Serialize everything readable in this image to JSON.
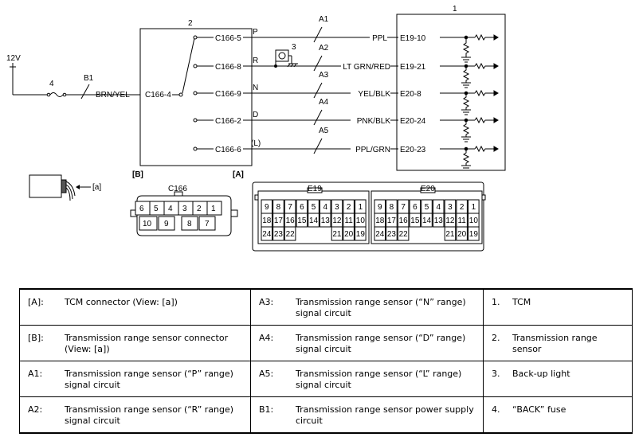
{
  "diagram": {
    "voltage_label": "12V",
    "fuse_number": "4",
    "b1_label": "B1",
    "input_wire_label": "BRN/YEL",
    "input_connector_label": "C166-4",
    "sensor_number": "2",
    "tcm_number": "1",
    "backup_light_number": "3",
    "circuits": [
      {
        "pin": "C166-5",
        "range": "P",
        "circuit": "A1",
        "wire": "PPL",
        "tcm_pin": "E19-10"
      },
      {
        "pin": "C166-8",
        "range": "R",
        "circuit": "A2",
        "wire": "LT GRN/RED",
        "tcm_pin": "E19-21"
      },
      {
        "pin": "C166-9",
        "range": "N",
        "circuit": "A3",
        "wire": "YEL/BLK",
        "tcm_pin": "E20-8"
      },
      {
        "pin": "C166-2",
        "range": "D",
        "circuit": "A4",
        "wire": "PNK/BLK",
        "tcm_pin": "E20-24"
      },
      {
        "pin": "C166-6",
        "range": "(L)",
        "circuit": "A5",
        "wire": "PPL/GRN",
        "tcm_pin": "E20-23"
      }
    ],
    "view_label": "[a]",
    "b_connector": {
      "label": "[B]",
      "name": "C166",
      "row1": [
        "6",
        "5",
        "4",
        "3",
        "2",
        "1"
      ],
      "row2": [
        "10",
        "9",
        "8",
        "7"
      ]
    },
    "a_connector": {
      "label": "[A]",
      "left_name": "E19",
      "right_name": "E20",
      "row1": [
        "9",
        "8",
        "7",
        "6",
        "5",
        "4",
        "3",
        "2",
        "1"
      ],
      "row2": [
        "18",
        "17",
        "16",
        "15",
        "14",
        "13",
        "12",
        "11",
        "10"
      ],
      "row3_left": [
        "24",
        "23",
        "22"
      ],
      "row3_right": [
        "21",
        "20",
        "19"
      ]
    }
  },
  "legend": [
    [
      {
        "code": "[A]:",
        "text": "TCM connector (View: [a])"
      },
      {
        "code": "A3:",
        "text": "Transmission range sensor (“N” range) signal circuit"
      },
      {
        "code": "1.",
        "text": "TCM"
      }
    ],
    [
      {
        "code": "[B]:",
        "text": "Transmission range sensor connector (View: [a])"
      },
      {
        "code": "A4:",
        "text": "Transmission range sensor (“D” range) signal circuit"
      },
      {
        "code": "2.",
        "text": "Transmission range sensor"
      }
    ],
    [
      {
        "code": "A1:",
        "text": "Transmission range sensor (“P” range) signal circuit"
      },
      {
        "code": "A5:",
        "text": "Transmission range sensor (“L” range) signal circuit"
      },
      {
        "code": "3.",
        "text": "Back-up light"
      }
    ],
    [
      {
        "code": "A2:",
        "text": "Transmission range sensor (“R” range) signal circuit"
      },
      {
        "code": "B1:",
        "text": "Transmission range sensor power supply circuit"
      },
      {
        "code": "4.",
        "text": "“BACK” fuse"
      }
    ]
  ]
}
